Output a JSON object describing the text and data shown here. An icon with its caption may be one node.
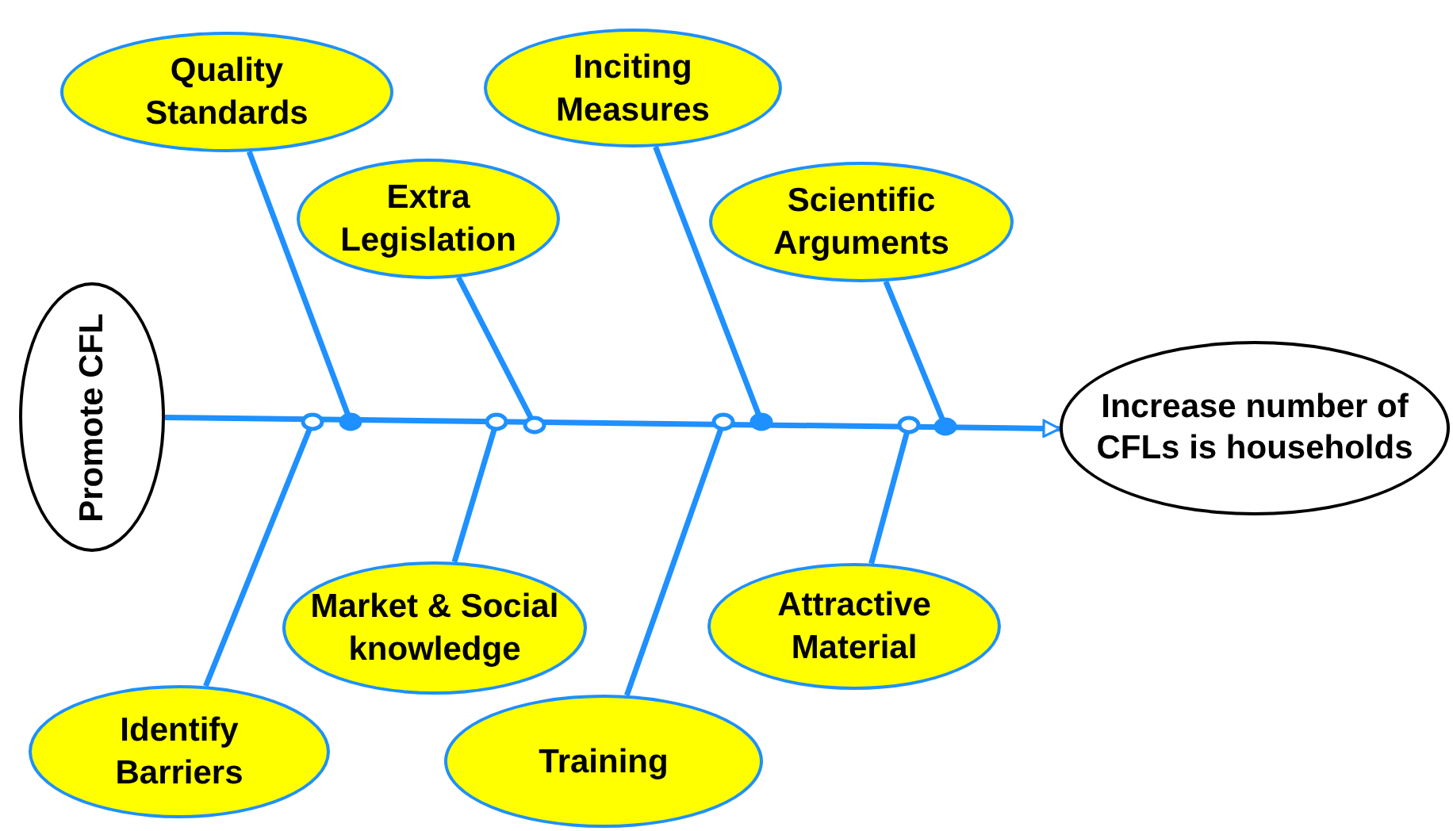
{
  "diagram": {
    "nodes": [
      {
        "text": [
          "Promote CFL"
        ]
      },
      {
        "text": [
          "Quality Standards"
        ]
      },
      {
        "text": [
          "Inciting Measures"
        ]
      },
      {
        "text": [
          "Extra Legislation"
        ]
      },
      {
        "text": [
          "Scientific Arguments"
        ]
      },
      {
        "text": [
          "Increase number of CFLs is households"
        ]
      },
      {
        "text": [
          "Market & Social knowledge"
        ]
      },
      {
        "text": [
          "Attractive Material"
        ]
      },
      {
        "text": [
          "Identify Barriers"
        ]
      },
      {
        "text": [
          "Training"
        ]
      }
    ],
    "edges": [
      {
        "from": 0,
        "to": 5,
        "arrow": "to"
      },
      {
        "from": 1,
        "to": null,
        "arrow": "other"
      },
      {
        "from": 2,
        "to": null,
        "arrow": "other"
      },
      {
        "from": 3,
        "to": null,
        "arrow": "other"
      },
      {
        "from": 4,
        "to": null,
        "arrow": "other"
      },
      {
        "from": 6,
        "to": null,
        "arrow": "other"
      },
      {
        "from": 7,
        "to": null,
        "arrow": "other"
      },
      {
        "from": 8,
        "to": null,
        "arrow": "other"
      },
      {
        "from": 9,
        "to": null,
        "arrow": "other"
      }
    ]
  }
}
